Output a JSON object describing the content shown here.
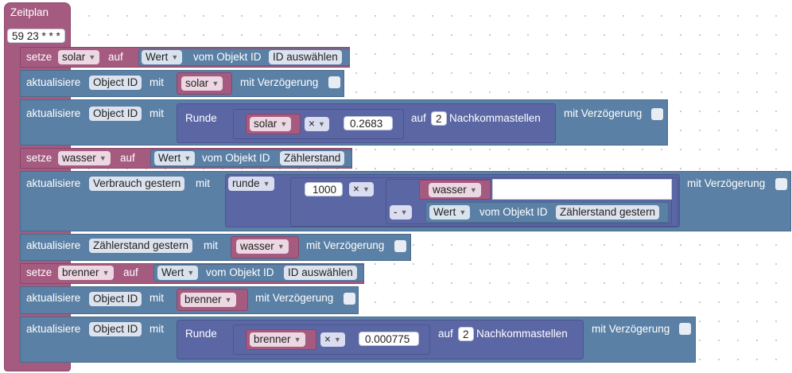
{
  "hat": {
    "title": "Zeitplan",
    "cron": "59 23 * * *"
  },
  "b1": {
    "setze": "setze",
    "var": "solar",
    "auf": "auf",
    "wert": "Wert",
    "vom": "vom Objekt ID",
    "id": "ID auswählen"
  },
  "b2": {
    "aktualisiere": "aktualisiere",
    "obj": "Object ID",
    "mit": "mit",
    "var": "solar",
    "delay": "mit Verzögerung"
  },
  "b3": {
    "aktualisiere": "aktualisiere",
    "obj": "Object ID",
    "mit": "mit",
    "runde": "Runde",
    "var": "solar",
    "op": "×",
    "num": "0.2683",
    "auf": "auf",
    "digits": "2",
    "nach": "Nachkommastellen",
    "delay": "mit Verzögerung"
  },
  "b4": {
    "setze": "setze",
    "var": "wasser",
    "auf": "auf",
    "wert": "Wert",
    "vom": "vom Objekt ID",
    "id": "Zählerstand"
  },
  "b5": {
    "aktualisiere": "aktualisiere",
    "obj": "Verbrauch gestern",
    "mit": "mit",
    "round": "runde",
    "num": "1000",
    "op": "×",
    "var": "wasser",
    "minus": "-",
    "wert": "Wert",
    "vom": "vom Objekt ID",
    "id": "Zählerstand gestern",
    "delay": "mit Verzögerung"
  },
  "b6": {
    "aktualisiere": "aktualisiere",
    "obj": "Zählerstand gestern",
    "mit": "mit",
    "var": "wasser",
    "delay": "mit Verzögerung"
  },
  "b7": {
    "setze": "setze",
    "var": "brenner",
    "auf": "auf",
    "wert": "Wert",
    "vom": "vom Objekt ID",
    "id": "ID auswählen"
  },
  "b8": {
    "aktualisiere": "aktualisiere",
    "obj": "Object ID",
    "mit": "mit",
    "var": "brenner",
    "delay": "mit Verzögerung"
  },
  "b9": {
    "aktualisiere": "aktualisiere",
    "obj": "Object ID",
    "mit": "mit",
    "runde": "Runde",
    "var": "brenner",
    "op": "×",
    "num": "0.000775",
    "auf": "auf",
    "digits": "2",
    "nach": "Nachkommastellen",
    "delay": "mit Verzögerung"
  },
  "colors": {
    "variables": "#a55b80",
    "iobroker": "#5b80a5",
    "math": "#5b67a5"
  },
  "icons": {
    "dropdown": "triangle-down-icon"
  }
}
